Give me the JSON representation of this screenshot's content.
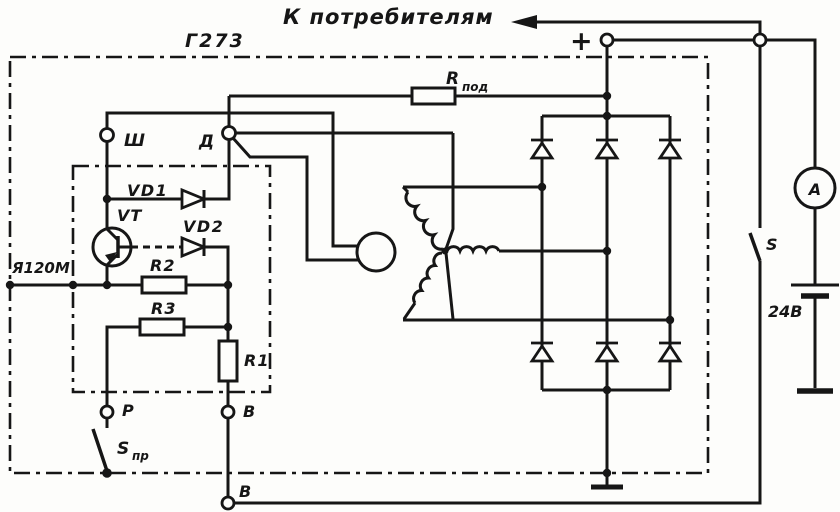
{
  "labels": {
    "to_consumers": "К потребителям",
    "generator_model": "Г273",
    "plus": "+",
    "feed_resistor": "R",
    "feed_resistor_sub": "под",
    "terminal_sh": "Ш",
    "terminal_d": "Д",
    "diode_vd1": "VD1",
    "diode_vd2": "VD2",
    "transistor_vt": "VT",
    "regulator_model": "Я120М",
    "resistor_r2": "R2",
    "resistor_r3": "R3",
    "resistor_r1": "R1",
    "terminal_p": "Р",
    "terminal_v_upper": "В",
    "terminal_v_lower": "В",
    "seasonal_switch": "S",
    "seasonal_switch_sub": "пр",
    "load_switch": "S",
    "ammeter": "А",
    "battery_voltage": "24В"
  },
  "components": {
    "rectifier_diode_count": 6,
    "stator_phases": 3,
    "terminals": [
      "+",
      "Ш",
      "Д",
      "Р",
      "В",
      "В"
    ]
  },
  "colors": {
    "ink": "#161616",
    "paper": "#fdfdfb"
  }
}
